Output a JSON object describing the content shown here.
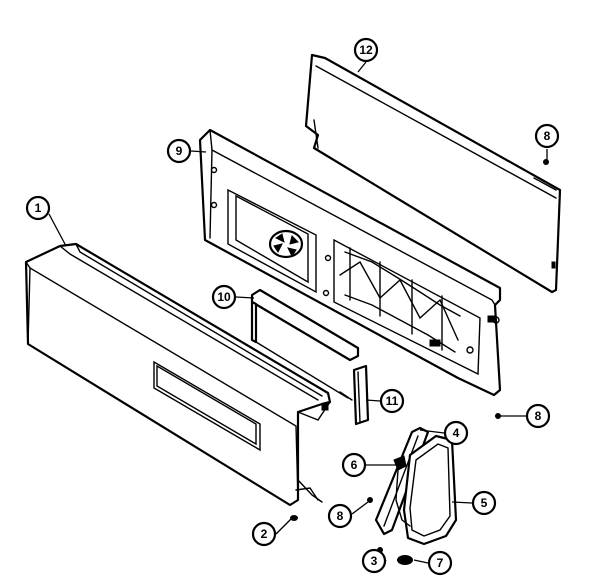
{
  "diagram": {
    "callouts": [
      {
        "id": "c1",
        "label": "1"
      },
      {
        "id": "c2",
        "label": "2"
      },
      {
        "id": "c3",
        "label": "3"
      },
      {
        "id": "c4",
        "label": "4"
      },
      {
        "id": "c5",
        "label": "5"
      },
      {
        "id": "c6",
        "label": "6"
      },
      {
        "id": "c7",
        "label": "7"
      },
      {
        "id": "c8a",
        "label": "8"
      },
      {
        "id": "c8b",
        "label": "8"
      },
      {
        "id": "c8c",
        "label": "8"
      },
      {
        "id": "c9",
        "label": "9"
      },
      {
        "id": "c10",
        "label": "10"
      },
      {
        "id": "c11",
        "label": "11"
      },
      {
        "id": "c12",
        "label": "12"
      }
    ]
  }
}
